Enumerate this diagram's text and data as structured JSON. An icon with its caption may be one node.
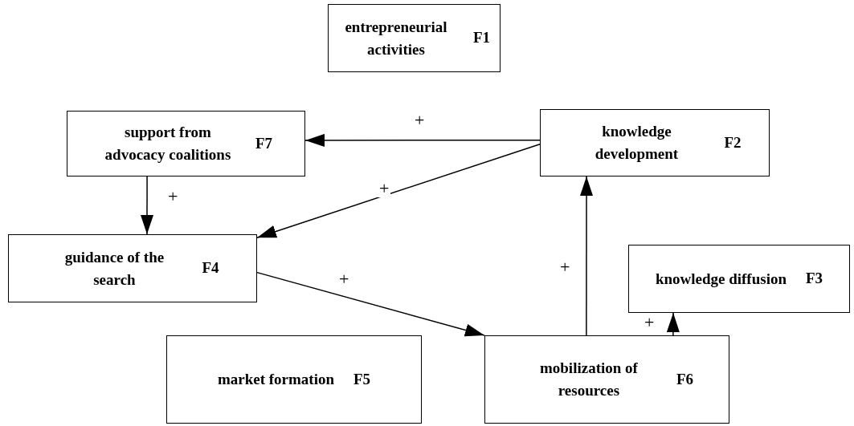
{
  "diagram": {
    "nodes": [
      {
        "text": [
          "entrepreneurial activities",
          "F1"
        ]
      },
      {
        "text": [
          "support from advocacy coalitions",
          "F7"
        ]
      },
      {
        "text": [
          "knowledge development",
          "F2"
        ]
      },
      {
        "text": [
          "guidance of the search",
          "F4"
        ]
      },
      {
        "text": [
          "knowledge diffusion",
          "F3"
        ]
      },
      {
        "text": [
          "market formation",
          "F5"
        ]
      },
      {
        "text": [
          "mobilization of resources",
          "F6"
        ]
      }
    ],
    "edges": [
      {
        "from": 2,
        "to": 1,
        "arrow": "to",
        "label": "+"
      },
      {
        "from": 1,
        "to": 3,
        "arrow": "to",
        "label": "+"
      },
      {
        "from": 2,
        "to": 3,
        "arrow": "to",
        "label": "+"
      },
      {
        "from": 3,
        "to": 6,
        "arrow": "to",
        "label": "+"
      },
      {
        "from": 6,
        "to": 2,
        "arrow": "to",
        "label": "+"
      },
      {
        "from": 6,
        "to": 4,
        "arrow": "to",
        "label": "+"
      }
    ]
  }
}
